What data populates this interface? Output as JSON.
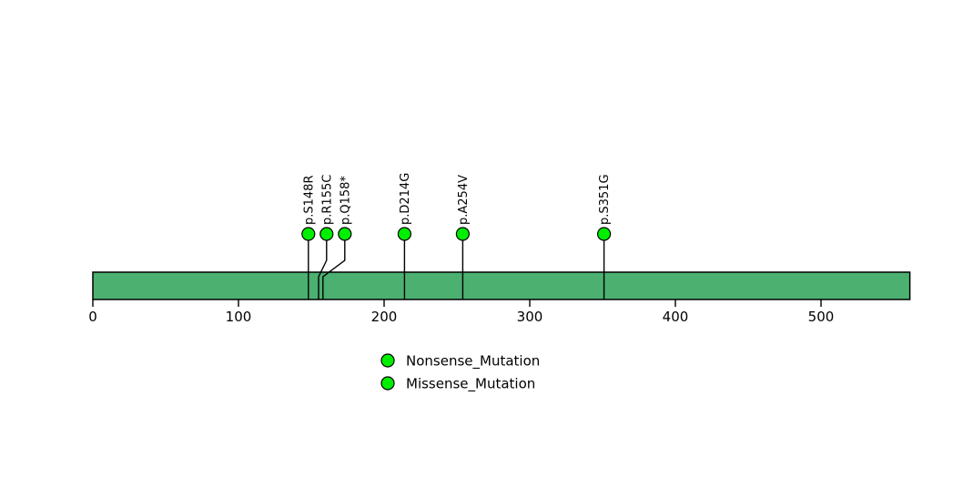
{
  "chart_data": {
    "type": "scatter",
    "title": "",
    "xlabel": "",
    "ylabel": "",
    "protein_length": 561,
    "xlim": [
      0,
      561
    ],
    "grid": false,
    "axis_ticks": [
      {
        "value": 0,
        "label": "0"
      },
      {
        "value": 100,
        "label": "100"
      },
      {
        "value": 200,
        "label": "200"
      },
      {
        "value": 300,
        "label": "300"
      },
      {
        "value": 400,
        "label": "400"
      },
      {
        "value": 500,
        "label": "500"
      }
    ],
    "mutations": [
      {
        "label": "p.S148R",
        "position": 148,
        "type": "Missense_Mutation",
        "color": "#00EE00"
      },
      {
        "label": "p.R155C",
        "position": 155,
        "type": "Missense_Mutation",
        "color": "#00EE00"
      },
      {
        "label": "p.Q158*",
        "position": 158,
        "type": "Nonsense_Mutation",
        "color": "#00EE00"
      },
      {
        "label": "p.D214G",
        "position": 214,
        "type": "Missense_Mutation",
        "color": "#00EE00"
      },
      {
        "label": "p.A254V",
        "position": 254,
        "type": "Missense_Mutation",
        "color": "#00EE00"
      },
      {
        "label": "p.S351G",
        "position": 351,
        "type": "Missense_Mutation",
        "color": "#00EE00"
      }
    ],
    "legend": {
      "position": "bottom-center",
      "entries": [
        {
          "label": "Nonsense_Mutation",
          "color": "#00EE00"
        },
        {
          "label": "Missense_Mutation",
          "color": "#00EE00"
        }
      ]
    },
    "protein_bar": {
      "fill": "#4CB071",
      "stroke": "#000000"
    }
  }
}
